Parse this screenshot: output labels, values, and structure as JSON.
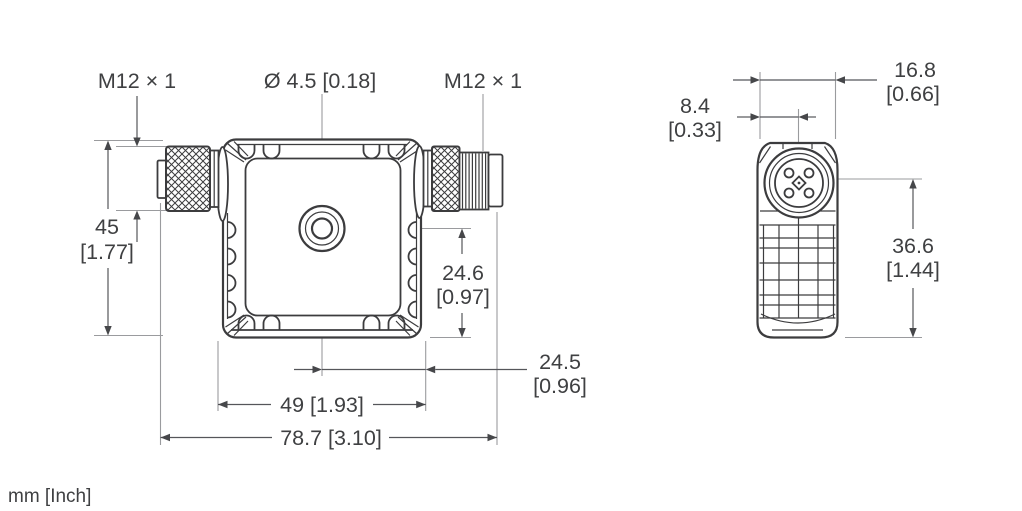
{
  "drawing": {
    "units_note": "mm [Inch]",
    "front_view": {
      "connector_left_thread": "M12 × 1",
      "connector_right_thread": "M12 × 1",
      "mounting_hole_diameter": "Ø 4.5 [0.18]",
      "body_height": {
        "mm": "45",
        "inch": "[1.77]"
      },
      "hole_center_to_bottom": {
        "mm": "24.6",
        "inch": "[0.97]"
      },
      "hole_center_to_edge": {
        "mm": "24.5",
        "inch": "[0.96]"
      },
      "body_width": "49 [1.93]",
      "overall_length": "78.7 [3.10]"
    },
    "side_view": {
      "body_depth": {
        "mm": "16.8",
        "inch": "[0.66]"
      },
      "connector_center_offset": {
        "mm": "8.4",
        "inch": "[0.33]"
      },
      "connector_center_to_bottom": {
        "mm": "36.6",
        "inch": "[1.44]"
      }
    },
    "colors": {
      "line": "#3c3c3e",
      "dimension": "#55565a",
      "extension": "#9a9b9e",
      "background": "#ffffff"
    }
  }
}
